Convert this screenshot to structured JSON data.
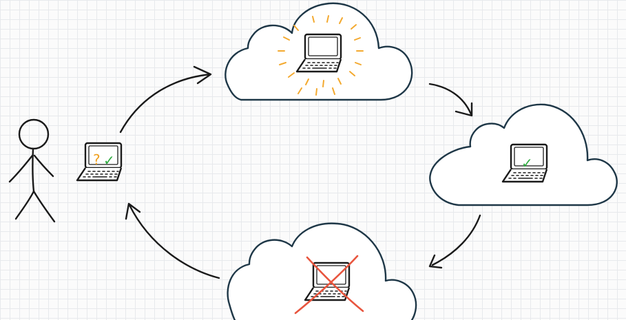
{
  "diagram": {
    "marks": {
      "question": "?",
      "check": "✓"
    },
    "colors": {
      "ink": "#1a1a1a",
      "cloud_outline": "#1e3747",
      "question": "#f0a020",
      "check": "#2eaa3f",
      "glow": "#f3a92f",
      "cross": "#e8553e"
    },
    "nodes": [
      {
        "id": "user",
        "icon": "stick-figure-icon"
      },
      {
        "id": "client-laptop",
        "icon": "laptop-icon",
        "status": [
          "question",
          "check"
        ]
      },
      {
        "id": "cloud-top",
        "icon": "laptop-icon",
        "status": "glowing"
      },
      {
        "id": "cloud-right",
        "icon": "laptop-icon",
        "status": "check"
      },
      {
        "id": "cloud-bottom",
        "icon": "laptop-icon",
        "status": "crossed-out"
      }
    ],
    "flow": [
      {
        "from": "client-laptop",
        "to": "cloud-top"
      },
      {
        "from": "cloud-top",
        "to": "cloud-right"
      },
      {
        "from": "cloud-right",
        "to": "cloud-bottom"
      },
      {
        "from": "cloud-bottom",
        "to": "client-laptop"
      }
    ]
  }
}
